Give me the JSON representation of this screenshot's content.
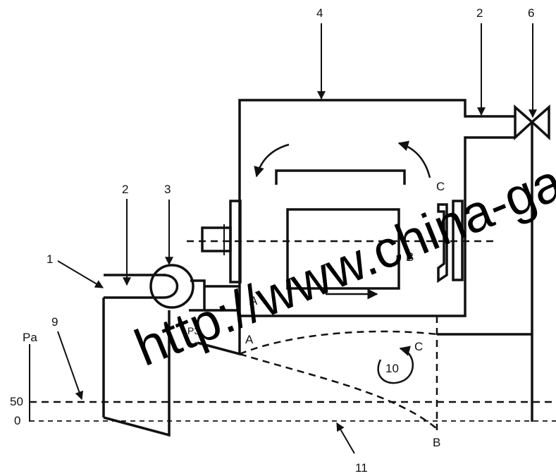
{
  "callouts": {
    "n1": "1",
    "n2_left": "2",
    "n3": "3",
    "n4": "4",
    "n2_top": "2",
    "n6": "6",
    "n9": "9",
    "n10": "10",
    "n11": "11"
  },
  "points": {
    "c_top": "C",
    "b_top": "B",
    "a_top": "A",
    "p3": "P3",
    "a_bottom": "A",
    "c_bottom": "C",
    "b_bottom": "B"
  },
  "axis": {
    "unit": "Pa",
    "tick_50": "50",
    "tick_0": "0"
  },
  "watermark": {
    "text": "http://www.china-ga"
  },
  "colors": {
    "ink": "#111111",
    "background": "#ffffff"
  }
}
